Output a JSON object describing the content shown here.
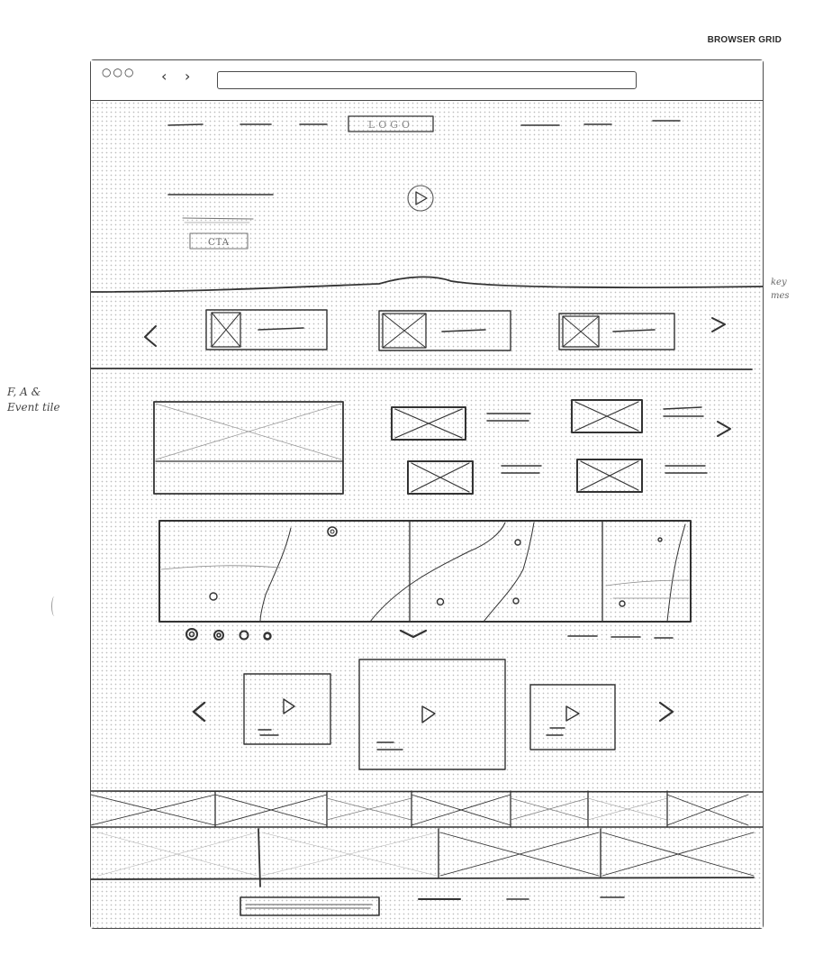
{
  "page_label": "BROWSER GRID",
  "browser": {
    "window_controls": "○○○",
    "back_glyph": "‹",
    "forward_glyph": "›",
    "url_value": ""
  },
  "header_nav": {
    "logo_text": "LOGO"
  },
  "hero": {
    "cta_label": "CTA"
  },
  "carousel_controls": {
    "prev_glyph": "<",
    "next_glyph": ">"
  },
  "notes": {
    "left_line1": "F, A &",
    "left_line2": "Event tile",
    "right_line1": "key",
    "right_line2": "mes"
  },
  "colors": {
    "ink": "#333333",
    "grid_dot": "#bdbdbd",
    "frame": "#4a4a4a"
  },
  "icons": [
    "play-icon",
    "chevron-left-icon",
    "chevron-right-icon",
    "chevron-down-icon",
    "image-placeholder-icon",
    "map-pin-icon"
  ]
}
